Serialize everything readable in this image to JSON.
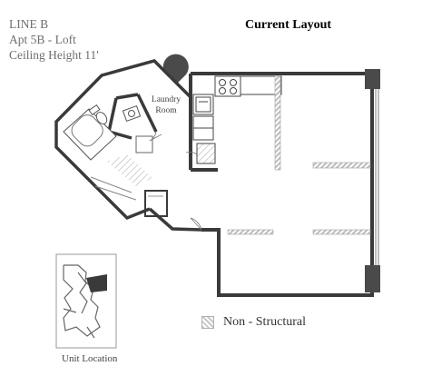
{
  "info": {
    "line": "LINE B",
    "apartment": "Apt 5B - Loft",
    "ceiling": "Ceiling Height 11'"
  },
  "layout_title": "Current Layout",
  "rooms": {
    "laundry": "Laundry Room"
  },
  "legend": {
    "label": "Non - Structural"
  },
  "unit_location_label": "Unit Location"
}
